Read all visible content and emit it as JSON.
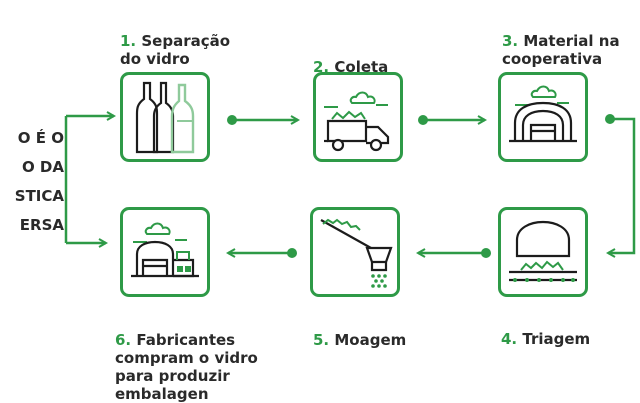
{
  "colors": {
    "accent": "#2e9a47",
    "text": "#2a2a2a",
    "background": "#ffffff"
  },
  "side_label": {
    "lines": [
      "O É O",
      "O DA",
      "STICA",
      "ERSA"
    ]
  },
  "steps": [
    {
      "number": "1.",
      "title": "Separação\ndo vidro",
      "icon": "glass-bottles-icon"
    },
    {
      "number": "2.",
      "title": "Coleta",
      "icon": "collection-truck-icon"
    },
    {
      "number": "3.",
      "title": "Material na\ncooperativa",
      "icon": "cooperative-warehouse-icon"
    },
    {
      "number": "4.",
      "title": "Triagem",
      "icon": "sorting-bin-icon"
    },
    {
      "number": "5.",
      "title": "Moagem",
      "icon": "grinder-icon"
    },
    {
      "number": "6.",
      "title": "Fabricantes\ncompram o vidro\npara produzir\nembalagen",
      "icon": "factory-icon"
    }
  ]
}
